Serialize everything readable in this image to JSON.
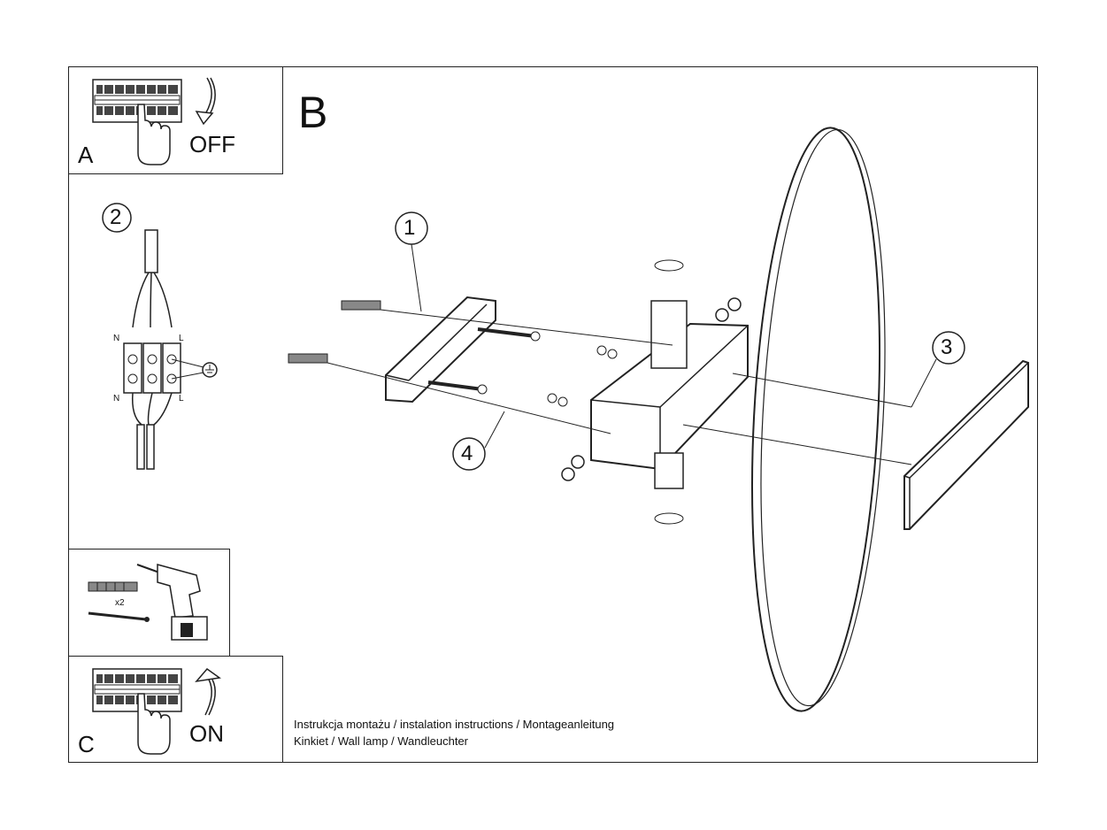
{
  "panels": {
    "a": {
      "letter": "A",
      "state": "OFF"
    },
    "c": {
      "letter": "C",
      "state": "ON"
    },
    "b": {
      "letter": "B"
    }
  },
  "wiring": {
    "step": "2",
    "left_top": "N",
    "right_top": "L",
    "left_bottom": "N",
    "right_bottom": "L"
  },
  "tools": {
    "quantity": "x2"
  },
  "callouts": [
    "1",
    "2",
    "3",
    "4"
  ],
  "captions": {
    "line1": "Instrukcja montażu / instalation instructions / Montageanleitung",
    "line2": "Kinkiet / Wall lamp / Wandleuchter"
  },
  "icons": [
    "breaker-panel-icon",
    "hand-icon",
    "arrow-down-icon",
    "arrow-up-icon",
    "drill-icon",
    "wall-plug-icon",
    "screw-icon",
    "ground-symbol-icon",
    "terminal-block-icon"
  ]
}
